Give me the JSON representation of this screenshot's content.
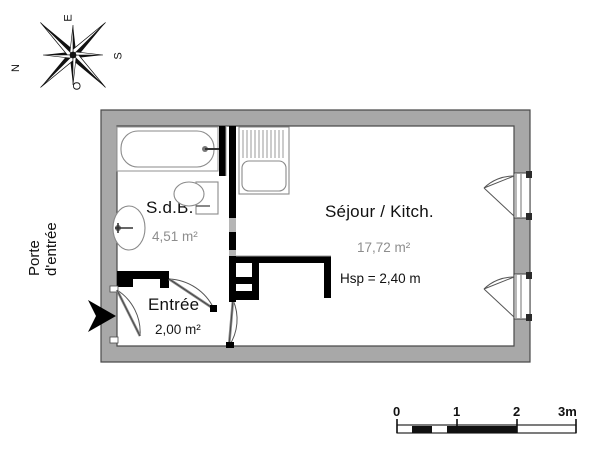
{
  "document": {
    "type": "floor-plan",
    "language": "fr",
    "background_color": "#ffffff",
    "wall_fill_color": "#a8a8a8",
    "wall_outline_color": "#4a4a4a",
    "partition_color": "#000000",
    "fixture_outline_color": "#8a8a8a",
    "text_color": "#111111"
  },
  "compass": {
    "name": "compass-rose",
    "letters": {
      "north": "N",
      "east": "E",
      "south": "S",
      "west": "O"
    },
    "rotation_note": "rose rotated, N points to lower-left"
  },
  "rooms": [
    {
      "id": "sdb",
      "name": "S.d.B.",
      "area": "4,51 m²",
      "area_value": 4.51,
      "area_unit": "m²"
    },
    {
      "id": "sejour",
      "name": "Séjour / Kitch.",
      "area": "17,72 m²",
      "area_value": 17.72,
      "area_unit": "m²",
      "ceiling_height": "Hsp = 2,40 m",
      "ceiling_height_value": 2.4
    },
    {
      "id": "entree",
      "name": "Entrée",
      "area": "2,00 m²",
      "area_value": 2.0,
      "area_unit": "m²"
    }
  ],
  "annotations": {
    "entrance_door": {
      "label_line1": "Porte",
      "label_line2": "d'entrée",
      "marker": "arrow-right"
    }
  },
  "fixtures": [
    {
      "id": "bathtub",
      "label": "bathtub"
    },
    {
      "id": "toilet",
      "label": "toilet"
    },
    {
      "id": "washbasin",
      "label": "washbasin"
    },
    {
      "id": "kitchen-sink",
      "label": "kitchen-sink-with-drainboard"
    }
  ],
  "openings": [
    {
      "id": "entry-door",
      "label": "entrance-door"
    },
    {
      "id": "sdb-door",
      "label": "bathroom-door"
    },
    {
      "id": "sejour-door",
      "label": "living-room-door"
    },
    {
      "id": "window-upper-right",
      "label": "window-right-upper"
    },
    {
      "id": "window-lower-right",
      "label": "window-right-lower"
    }
  ],
  "scale_bar": {
    "unit": "m",
    "ticks": [
      "0",
      "1",
      "2",
      "3m"
    ],
    "values": [
      0,
      1,
      2,
      3
    ],
    "max_label": "3m"
  }
}
